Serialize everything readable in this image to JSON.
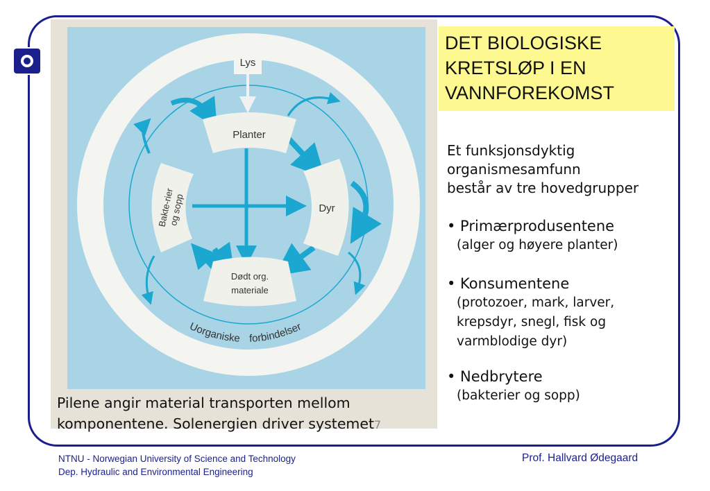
{
  "title": "DET BIOLOGISKE KRETSLØP I EN VANNFOREKOMST",
  "title_lines": [
    "DET BIOLOGISKE",
    "KRETSLØP I EN",
    "VANNFOREKOMST"
  ],
  "intro_lines": [
    "Et funksjonsdyktig",
    "organismesamfunn",
    "består av tre hovedgrupper"
  ],
  "groups": [
    {
      "bullet": "• Primærprodusentene",
      "details": [
        "(alger og høyere planter)"
      ]
    },
    {
      "bullet": "• Konsumentene",
      "details": [
        "(protozoer, mark, larver,",
        "krepsdyr, snegl, fisk og",
        "varmblodige dyr)"
      ]
    },
    {
      "bullet": "• Nedbrytere",
      "details": [
        "(bakterier og sopp)"
      ]
    }
  ],
  "caption_lines": [
    "Pilene angir material transporten mellom",
    "komponentene. Solenergien driver systemet"
  ],
  "diagram": {
    "lys": "Lys",
    "planter": "Planter",
    "dyr": "Dyr",
    "bakterier_1": "Bakte-",
    "bakterier_2": "rier",
    "bakterier_3": "og sopp",
    "dodt_1": "Dødt org.",
    "dodt_2": "materiale",
    "ring_1": "Uorganiske",
    "ring_2": "forbindelser",
    "page_number": "7"
  },
  "footer": {
    "line1": "NTNU - Norwegian University of Science and Technology",
    "line2": "Dep. Hydraulic and Environmental Engineering",
    "author": "Prof. Hallvard Ødegaard"
  },
  "colors": {
    "frame": "#1a1f8c",
    "title_bg": "#fdf990",
    "diagram_bg": "#a8d4e6",
    "arrow": "#1ba7cf"
  }
}
